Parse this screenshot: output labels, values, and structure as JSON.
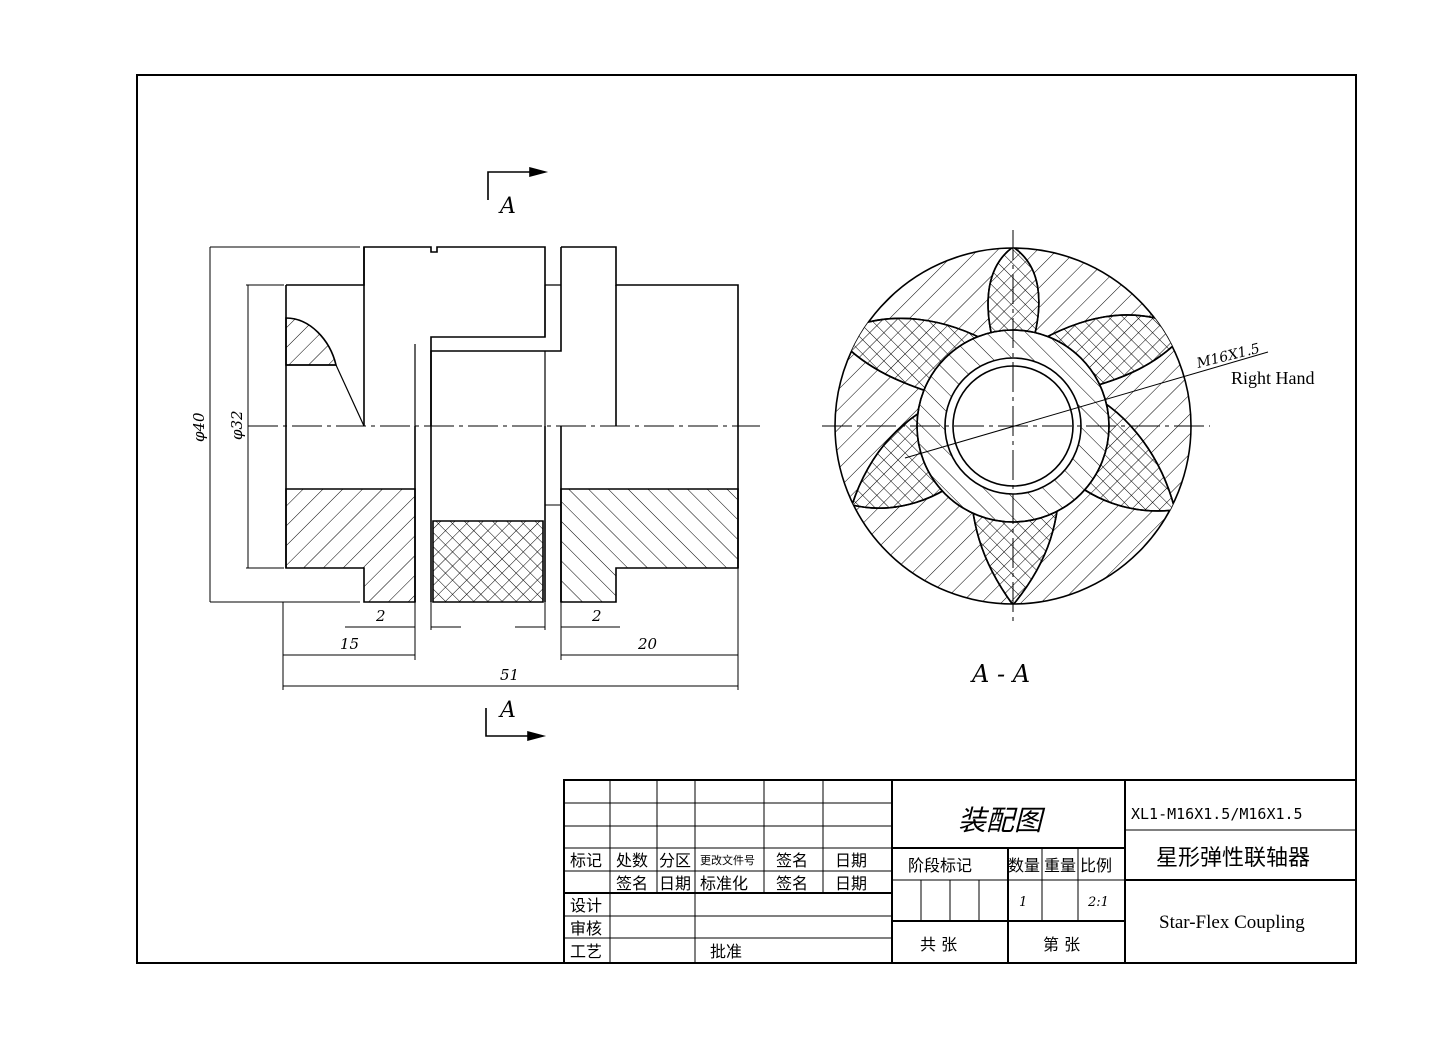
{
  "section_marks": {
    "top_letter": "A",
    "bottom_letter": "A",
    "section_title": "A - A"
  },
  "dimensions": {
    "outer_diameter": "φ40",
    "inner_diameter": "φ32",
    "gap_left": "2",
    "gap_right": "2",
    "hub_left_length": "15",
    "hub_right_length": "20",
    "total_length": "51"
  },
  "thread_callout": {
    "spec": "M16X1.5",
    "hand": "Right Hand"
  },
  "title_block": {
    "revision_headers": [
      "标记",
      "处数",
      "分区",
      "更改文件号",
      "签名",
      "日期"
    ],
    "revision_headers_2": [
      "签名",
      "日期",
      "标准化",
      "签名",
      "日期"
    ],
    "roles": [
      "设计",
      "审核",
      "工艺"
    ],
    "approve": "批准",
    "drawing_type": "装配图",
    "stage_mark": "阶段标记",
    "quantity_label": "数量",
    "weight_label": "重量",
    "scale_label": "比例",
    "quantity": "1",
    "scale": "2:1",
    "total_sheets": "共  张",
    "sheet_no": "第  张",
    "part_code": "XL1-M16X1.5/M16X1.5",
    "part_name_cn": "星形弹性联轴器",
    "part_name_en": "Star-Flex Coupling"
  }
}
